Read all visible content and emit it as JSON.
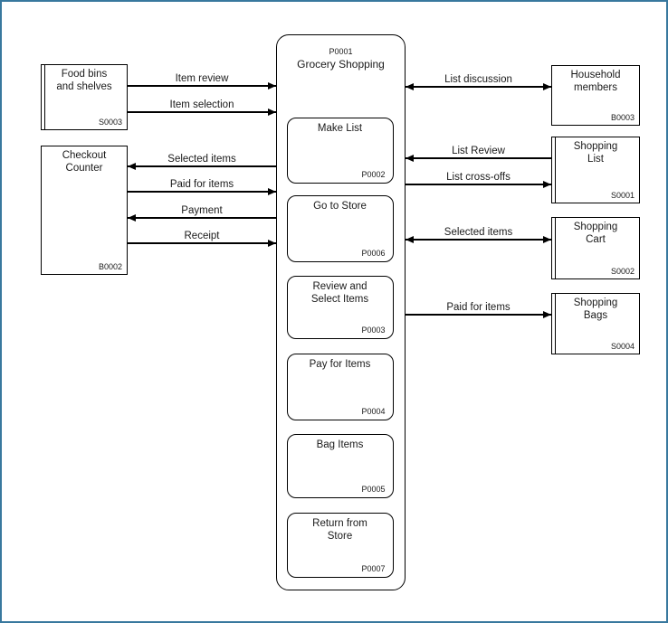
{
  "process": {
    "code": "P0001",
    "title": "Grocery Shopping",
    "steps": [
      {
        "title": "Make List",
        "code": "P0002"
      },
      {
        "title": "Go to Store",
        "code": "P0006"
      },
      {
        "title": "Review and\nSelect Items",
        "code": "P0003"
      },
      {
        "title": "Pay for Items",
        "code": "P0004"
      },
      {
        "title": "Bag Items",
        "code": "P0005"
      },
      {
        "title": "Return from\nStore",
        "code": "P0007"
      }
    ]
  },
  "entities": {
    "left": [
      {
        "title": "Food bins\nand shelves",
        "code": "S0003",
        "kind": "store"
      },
      {
        "title": "Checkout\nCounter",
        "code": "B0002",
        "kind": "boundary"
      }
    ],
    "right": [
      {
        "title": "Household\nmembers",
        "code": "B0003",
        "kind": "boundary"
      },
      {
        "title": "Shopping\nList",
        "code": "S0001",
        "kind": "store"
      },
      {
        "title": "Shopping\nCart",
        "code": "S0002",
        "kind": "store"
      },
      {
        "title": "Shopping\nBags",
        "code": "S0004",
        "kind": "store"
      }
    ]
  },
  "flows": {
    "left": [
      {
        "label": "Item review",
        "direction": "right"
      },
      {
        "label": "Item selection",
        "direction": "right"
      },
      {
        "label": "Selected items",
        "direction": "left"
      },
      {
        "label": "Paid for items",
        "direction": "right"
      },
      {
        "label": "Payment",
        "direction": "left"
      },
      {
        "label": "Receipt",
        "direction": "right"
      }
    ],
    "right": [
      {
        "label": "List discussion",
        "direction": "both"
      },
      {
        "label": "List Review",
        "direction": "left"
      },
      {
        "label": "List cross-offs",
        "direction": "right"
      },
      {
        "label": "Selected items",
        "direction": "both"
      },
      {
        "label": "Paid for items",
        "direction": "right"
      }
    ]
  },
  "colors": {
    "frame": "#38789e",
    "line": "#000000",
    "text": "#1a1a1a",
    "background": "#ffffff"
  }
}
